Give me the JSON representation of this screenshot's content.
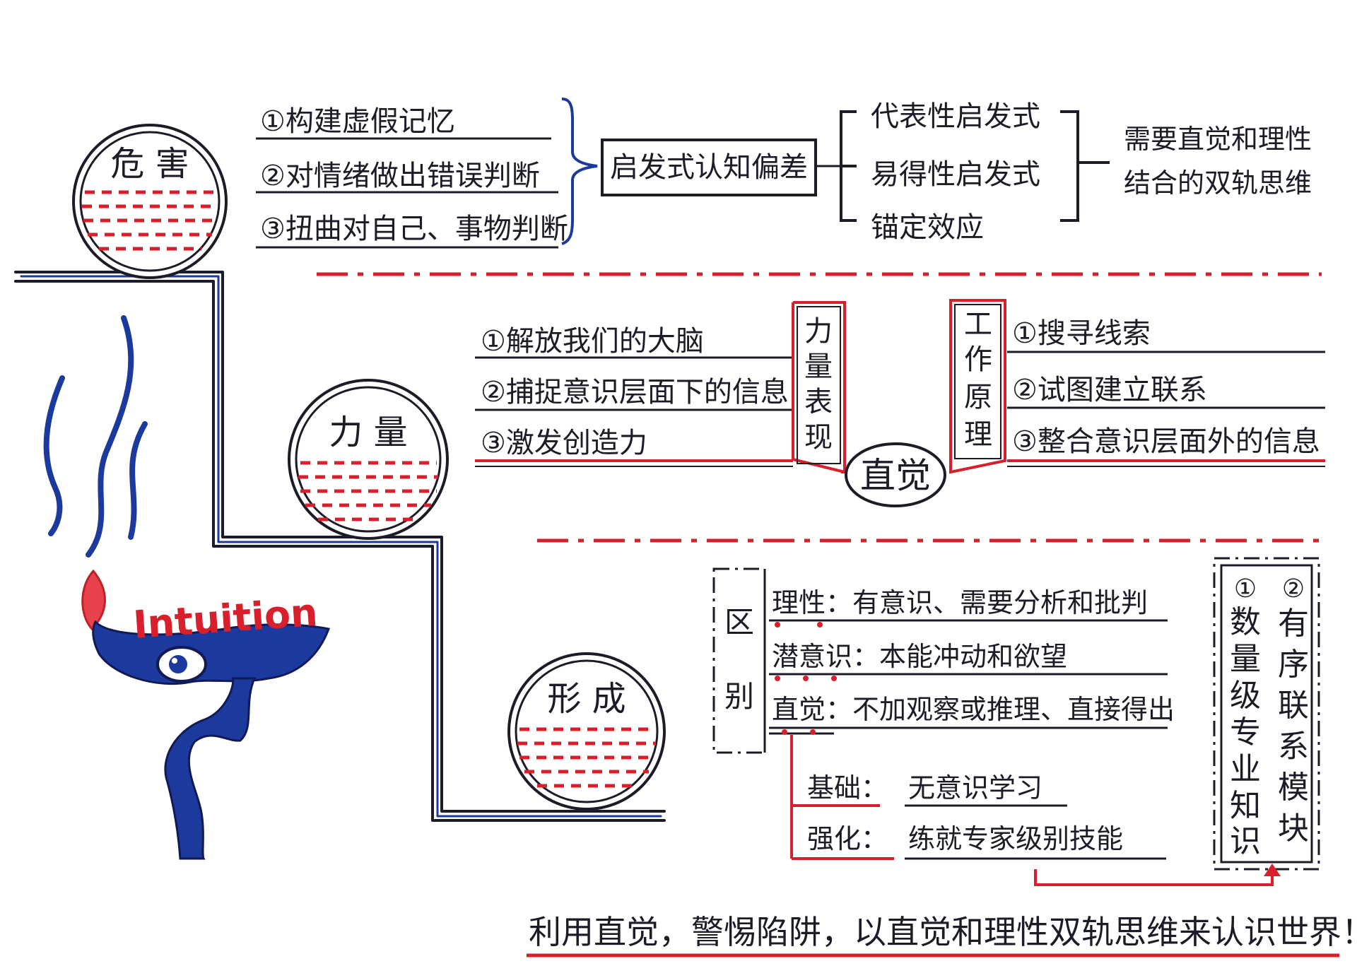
{
  "colors": {
    "ink": "#1c1c28",
    "red": "#d8202c",
    "blue": "#1c3a9e",
    "flame_red": "#e8424c"
  },
  "icons": {
    "stair_path": "staircase-path-icon",
    "lamp": "magic-lamp-icon",
    "eye": "eye-icon",
    "flame": "flame-icon",
    "smoke": "smoke-icon",
    "arrow": "arrow-up-icon"
  },
  "logo_text": "Intuition",
  "circles": {
    "harm": "危 害",
    "power": "力 量",
    "formation": "形 成"
  },
  "harm": {
    "items": [
      "①构建虚假记忆",
      "②对情绪做出错误判断",
      "③扭曲对自己、事物判断"
    ],
    "box": "启发式认知偏差",
    "branches": [
      "代表性启发式",
      "易得性启发式",
      "锚定效应"
    ],
    "conclusion": [
      "需要直觉和理性",
      "结合的双轨思维"
    ]
  },
  "power": {
    "left_label": [
      "力",
      "量",
      "表",
      "现"
    ],
    "left_items": [
      "①解放我们的大脑",
      "②捕捉意识层面下的信息",
      "③激发创造力"
    ],
    "center": "直觉",
    "right_label": [
      "工",
      "作",
      "原",
      "理"
    ],
    "right_items": [
      "①搜寻线索",
      "②试图建立联系",
      "③整合意识层面外的信息"
    ]
  },
  "formation": {
    "diff_label": [
      "区",
      "别"
    ],
    "diff_items": [
      "理性：有意识、需要分析和批判",
      "潜意识：本能冲动和欲望",
      "直觉：不加观察或推理、直接得出"
    ],
    "basis_label": "基础：",
    "basis_value": "无意识学习",
    "strengthen_label": "强化：",
    "strengthen_value": "练就专家级别技能",
    "box_col1": [
      "①",
      "数",
      "量",
      "级",
      "专",
      "业",
      "知",
      "识"
    ],
    "box_col2": [
      "②",
      "有",
      "序",
      "联",
      "系",
      "模",
      "块"
    ]
  },
  "footer": "利用直觉，警惕陷阱，以直觉和理性双轨思维来认识世界！"
}
